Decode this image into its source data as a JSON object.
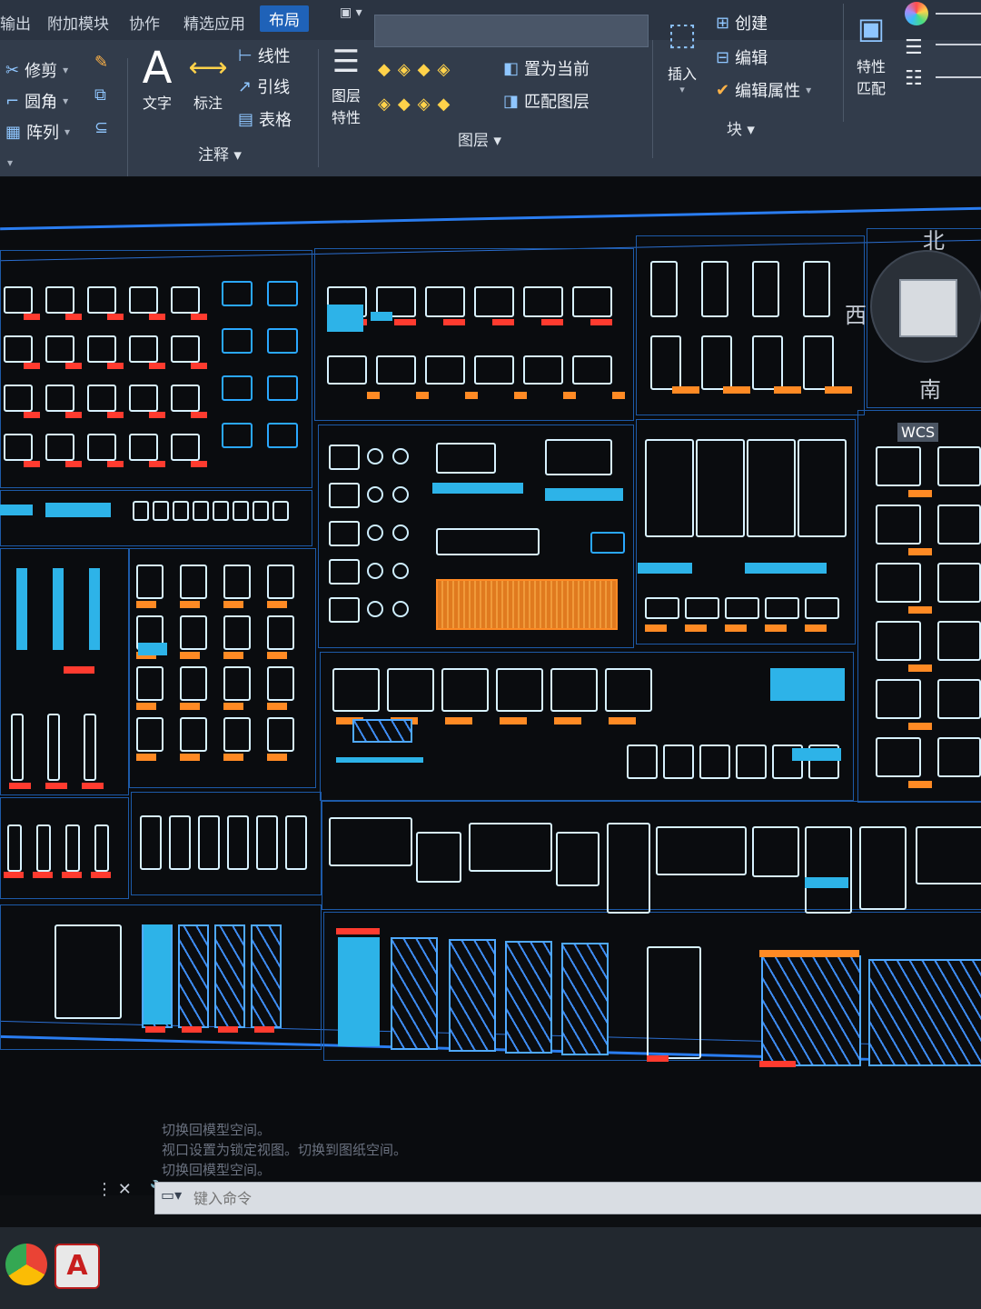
{
  "ribbon_tabs": [
    "输出",
    "附加模块",
    "协作",
    "精选应用",
    "布局"
  ],
  "ribbon": {
    "modify": {
      "trim": "修剪",
      "fillet": "圆角",
      "array": "阵列"
    },
    "annotation": {
      "text": "文字",
      "dimension": "标注",
      "linear": "线性",
      "leader": "引线",
      "table": "表格",
      "title": "注释"
    },
    "layers": {
      "properties_line1": "图层",
      "properties_line2": "特性",
      "set_current": "置为当前",
      "match_layer": "匹配图层",
      "title": "图层"
    },
    "block": {
      "insert": "插入",
      "create": "创建",
      "edit": "编辑",
      "edit_attributes": "编辑属性",
      "title": "块"
    },
    "properties": {
      "match_line1": "特性",
      "match_line2": "匹配"
    }
  },
  "viewcube": {
    "north": "北",
    "west": "西",
    "south": "南",
    "wcs": "WCS"
  },
  "command": {
    "history": [
      "切换回模型空间。",
      "视口设置为锁定视图。切换到图纸空间。",
      "切换回模型空间。"
    ],
    "placeholder": "键入命令"
  },
  "colors": {
    "ribbon": "#323c4b",
    "canvas": "#0a0c0f",
    "accent_blue": "#2a7df0",
    "tag_red": "#ff3b2f",
    "tag_orange": "#ff8a24",
    "cyan": "#2db3e8"
  }
}
